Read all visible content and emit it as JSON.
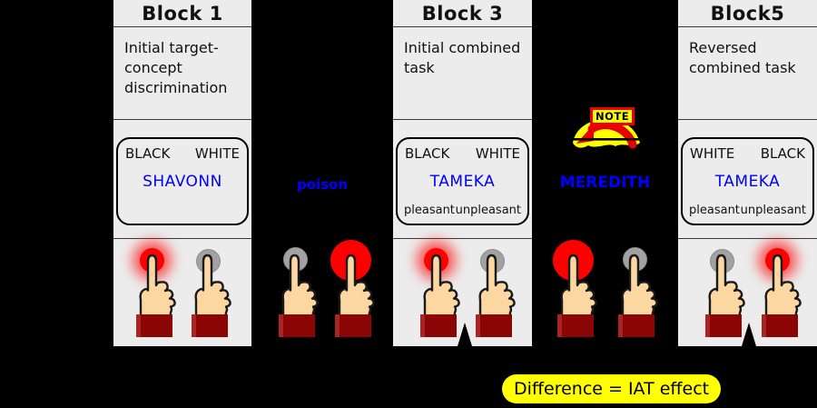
{
  "figure": {
    "iat_label": "Difference = IAT effect",
    "note_label": "NOTE"
  },
  "blocks": [
    {
      "title": "Block 1",
      "description": "Initial target-concept discrimination",
      "box": {
        "left": "BLACK",
        "right": "WHITE",
        "word": "SHAVONN",
        "bottom_left": "",
        "bottom_right": ""
      },
      "buttons": {
        "left": "red-glow",
        "right": "gray"
      }
    },
    {
      "title": "",
      "word": "poison",
      "buttons": {
        "left": "gray",
        "right": "red-big"
      }
    },
    {
      "title": "Block 3",
      "description": "Initial combined task",
      "box": {
        "left": "BLACK",
        "right": "WHITE",
        "word": "TAMEKA",
        "bottom_left": "pleasant",
        "bottom_right": "unpleasant"
      },
      "buttons": {
        "left": "red-glow",
        "right": "gray"
      }
    },
    {
      "title": "",
      "word": "MEREDITH",
      "buttons": {
        "left": "red-big",
        "right": "gray"
      }
    },
    {
      "title": "Block5",
      "description": "Reversed combined task",
      "box": {
        "left": "WHITE",
        "right": "BLACK",
        "word": "TAMEKA",
        "bottom_left": "pleasant",
        "bottom_right": "unpleasant"
      },
      "buttons": {
        "left": "gray",
        "right": "red-glow"
      }
    }
  ],
  "colors": {
    "panel_bg": "#ececec",
    "stimulus_blue": "#0000ff",
    "button_red": "#ff0000",
    "button_gray": "#a2a2a2",
    "highlight_yellow": "#ffff00",
    "sleeve_dark_red": "#8b0505"
  }
}
